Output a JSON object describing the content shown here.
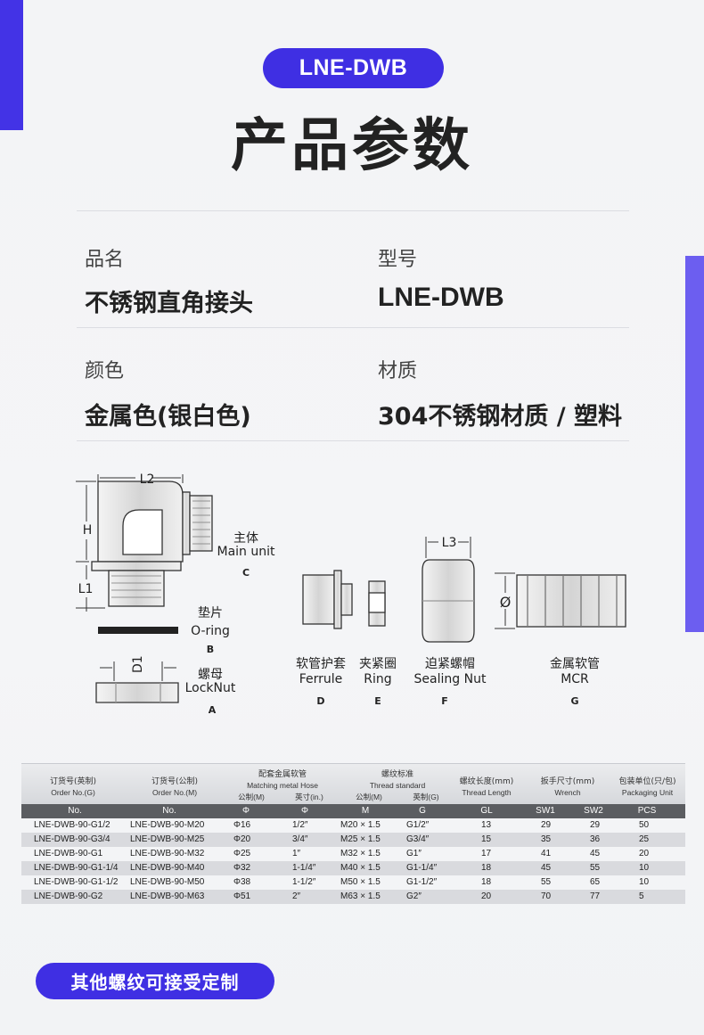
{
  "header": {
    "badge": "LNE-DWB",
    "title": "产品参数"
  },
  "specs": {
    "name_label": "品名",
    "name_value": "不锈钢直角接头",
    "model_label": "型号",
    "model_value": "LNE-DWB",
    "color_label": "颜色",
    "color_value": "金属色(银白色)",
    "material_label": "材质",
    "material_value": "304不锈钢材质 / 塑料"
  },
  "diagram": {
    "dim_l2": "L2",
    "dim_h": "H",
    "dim_l1": "L1",
    "dim_d1": "D1",
    "dim_l3": "L3",
    "dim_phi": "Ø",
    "parts": [
      {
        "cn": "主体",
        "en": "Main unit",
        "letter": "C"
      },
      {
        "cn": "垫片",
        "en": "O-ring",
        "letter": "B"
      },
      {
        "cn": "螺母",
        "en": "LockNut",
        "letter": "A"
      },
      {
        "cn": "软管护套",
        "en": "Ferrule",
        "letter": "D"
      },
      {
        "cn": "夹紧圈",
        "en": "Ring",
        "letter": "E"
      },
      {
        "cn": "迫紧螺帽",
        "en": "Sealing Nut",
        "letter": "F"
      },
      {
        "cn": "金属软管",
        "en": "MCR",
        "letter": "G"
      }
    ]
  },
  "table": {
    "headers": {
      "order_g_cn": "订货号(英制)",
      "order_g_en": "Order No.(G)",
      "order_m_cn": "订货号(公制)",
      "order_m_en": "Order No.(M)",
      "hose_cn": "配套金属软管",
      "hose_en": "Matching metal Hose",
      "hose_m": "公制(M)",
      "hose_in": "英寸(in.)",
      "thread_cn": "螺纹标准",
      "thread_en": "Thread standard",
      "thread_m": "公制(M)",
      "thread_g": "英制(G)",
      "len_cn": "螺纹长度(mm)",
      "len_en": "Thread  Length",
      "wrench_cn": "扳手尺寸(mm)",
      "wrench_en": "Wrench",
      "pack_cn": "包装单位(只/包)",
      "pack_en": "Packaging Unit"
    },
    "codes": [
      "No.",
      "No.",
      "Φ",
      "Φ",
      "M",
      "G",
      "GL",
      "SW1",
      "SW2",
      "PCS"
    ],
    "rows": [
      [
        "LNE-DWB-90-G1/2",
        "LNE-DWB-90-M20",
        "Φ16",
        "1/2″",
        "M20 × 1.5",
        "G1/2″",
        "13",
        "29",
        "29",
        "50"
      ],
      [
        "LNE-DWB-90-G3/4",
        "LNE-DWB-90-M25",
        "Φ20",
        "3/4″",
        "M25 × 1.5",
        "G3/4″",
        "15",
        "35",
        "36",
        "25"
      ],
      [
        "LNE-DWB-90-G1",
        "LNE-DWB-90-M32",
        "Φ25",
        "1″",
        "M32 × 1.5",
        "G1″",
        "17",
        "41",
        "45",
        "20"
      ],
      [
        "LNE-DWB-90-G1-1/4",
        "LNE-DWB-90-M40",
        "Φ32",
        "1-1/4″",
        "M40 × 1.5",
        "G1-1/4″",
        "18",
        "45",
        "55",
        "10"
      ],
      [
        "LNE-DWB-90-G1-1/2",
        "LNE-DWB-90-M50",
        "Φ38",
        "1-1/2″",
        "M50 × 1.5",
        "G1-1/2″",
        "18",
        "55",
        "65",
        "10"
      ],
      [
        "LNE-DWB-90-G2",
        "LNE-DWB-90-M63",
        "Φ51",
        "2″",
        "M63 × 1.5",
        "G2″",
        "20",
        "70",
        "77",
        "5"
      ]
    ]
  },
  "footer": {
    "note": "其他螺纹可接受定制"
  }
}
